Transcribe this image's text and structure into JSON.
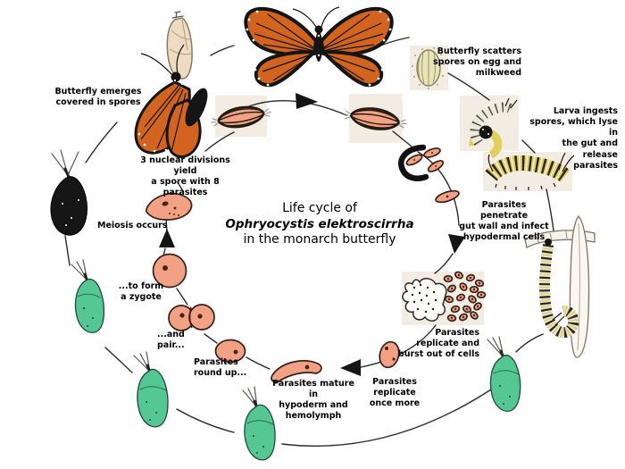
{
  "title": {
    "line1": "Life cycle of",
    "species": "Ophryocystis elektroscirrha",
    "line3": "in the monarch butterfly"
  },
  "labels": {
    "scatter": "Butterfly scatters\nspores on egg and\nmilkweed",
    "larva": "Larva ingests\nspores, which lyse in\nthe gut and release\nparasites",
    "penetrate": "Parasites penetrate\ngut wall and infect\nhypodermal cells",
    "burst": "Parasites\nreplicate and\nburst out of cells",
    "once_more": "Parasites replicate\nonce more",
    "mature": "Parasites mature in\nhypoderm and\nhemolymph",
    "round_up": "Parasites\nround up...",
    "pair": "...and pair...",
    "zygote": "...to form\na zygote",
    "meiosis": "Meiosis occurs",
    "divisions": "3 nuclear divisions yield\na spore with 8 parasites",
    "emerges": "Butterfly emerges\ncovered in spores"
  },
  "colors": {
    "orange": "#d2641f",
    "orangedark": "#b14f16",
    "pink": "#f2a184",
    "pinkline": "#6a3018",
    "green": "#55c793",
    "greenline": "#1f4a38",
    "ink": "#1c1c1c",
    "beige": "#eedcc2",
    "egg": "#e9e3ba",
    "larvayellow": "#e2ce5a",
    "scanbox": "#f2ece2"
  }
}
